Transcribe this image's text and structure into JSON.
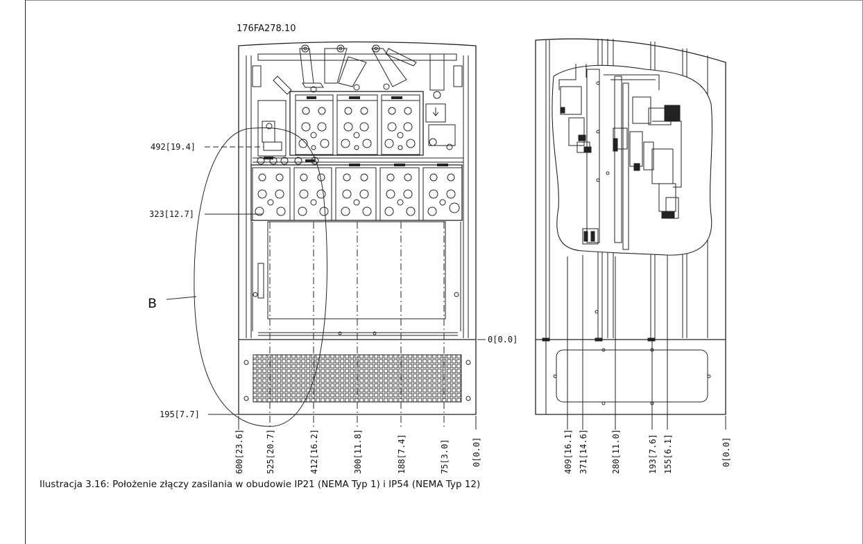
{
  "drawing_code": "176FA278.10",
  "callout_label": "B",
  "caption": "Ilustracja 3.16: Położenie złączy zasilania w obudowie IP21 (NEMA Typ 1) i IP54 (NEMA Typ 12)",
  "front_view": {
    "vertical_dims": {
      "d492": "492[19.4]",
      "d323": "323[12.7]",
      "d0": "0[0.0]",
      "d195": "195[7.7]"
    },
    "horizontal_dims": {
      "h600": "600[23.6]",
      "h525": "525[20.7]",
      "h412": "412[16.2]",
      "h300": "300[11.8]",
      "h188": "188[7.4]",
      "h75": "75[3.0]",
      "h0": "0[0.0]"
    }
  },
  "side_view": {
    "horizontal_dims": {
      "h409": "409[16.1]",
      "h371": "371[14.6]",
      "h280": "280[11.0]",
      "h193": "193[7.6]",
      "h155": "155[6.1]",
      "h0": "0[0.0]"
    }
  }
}
